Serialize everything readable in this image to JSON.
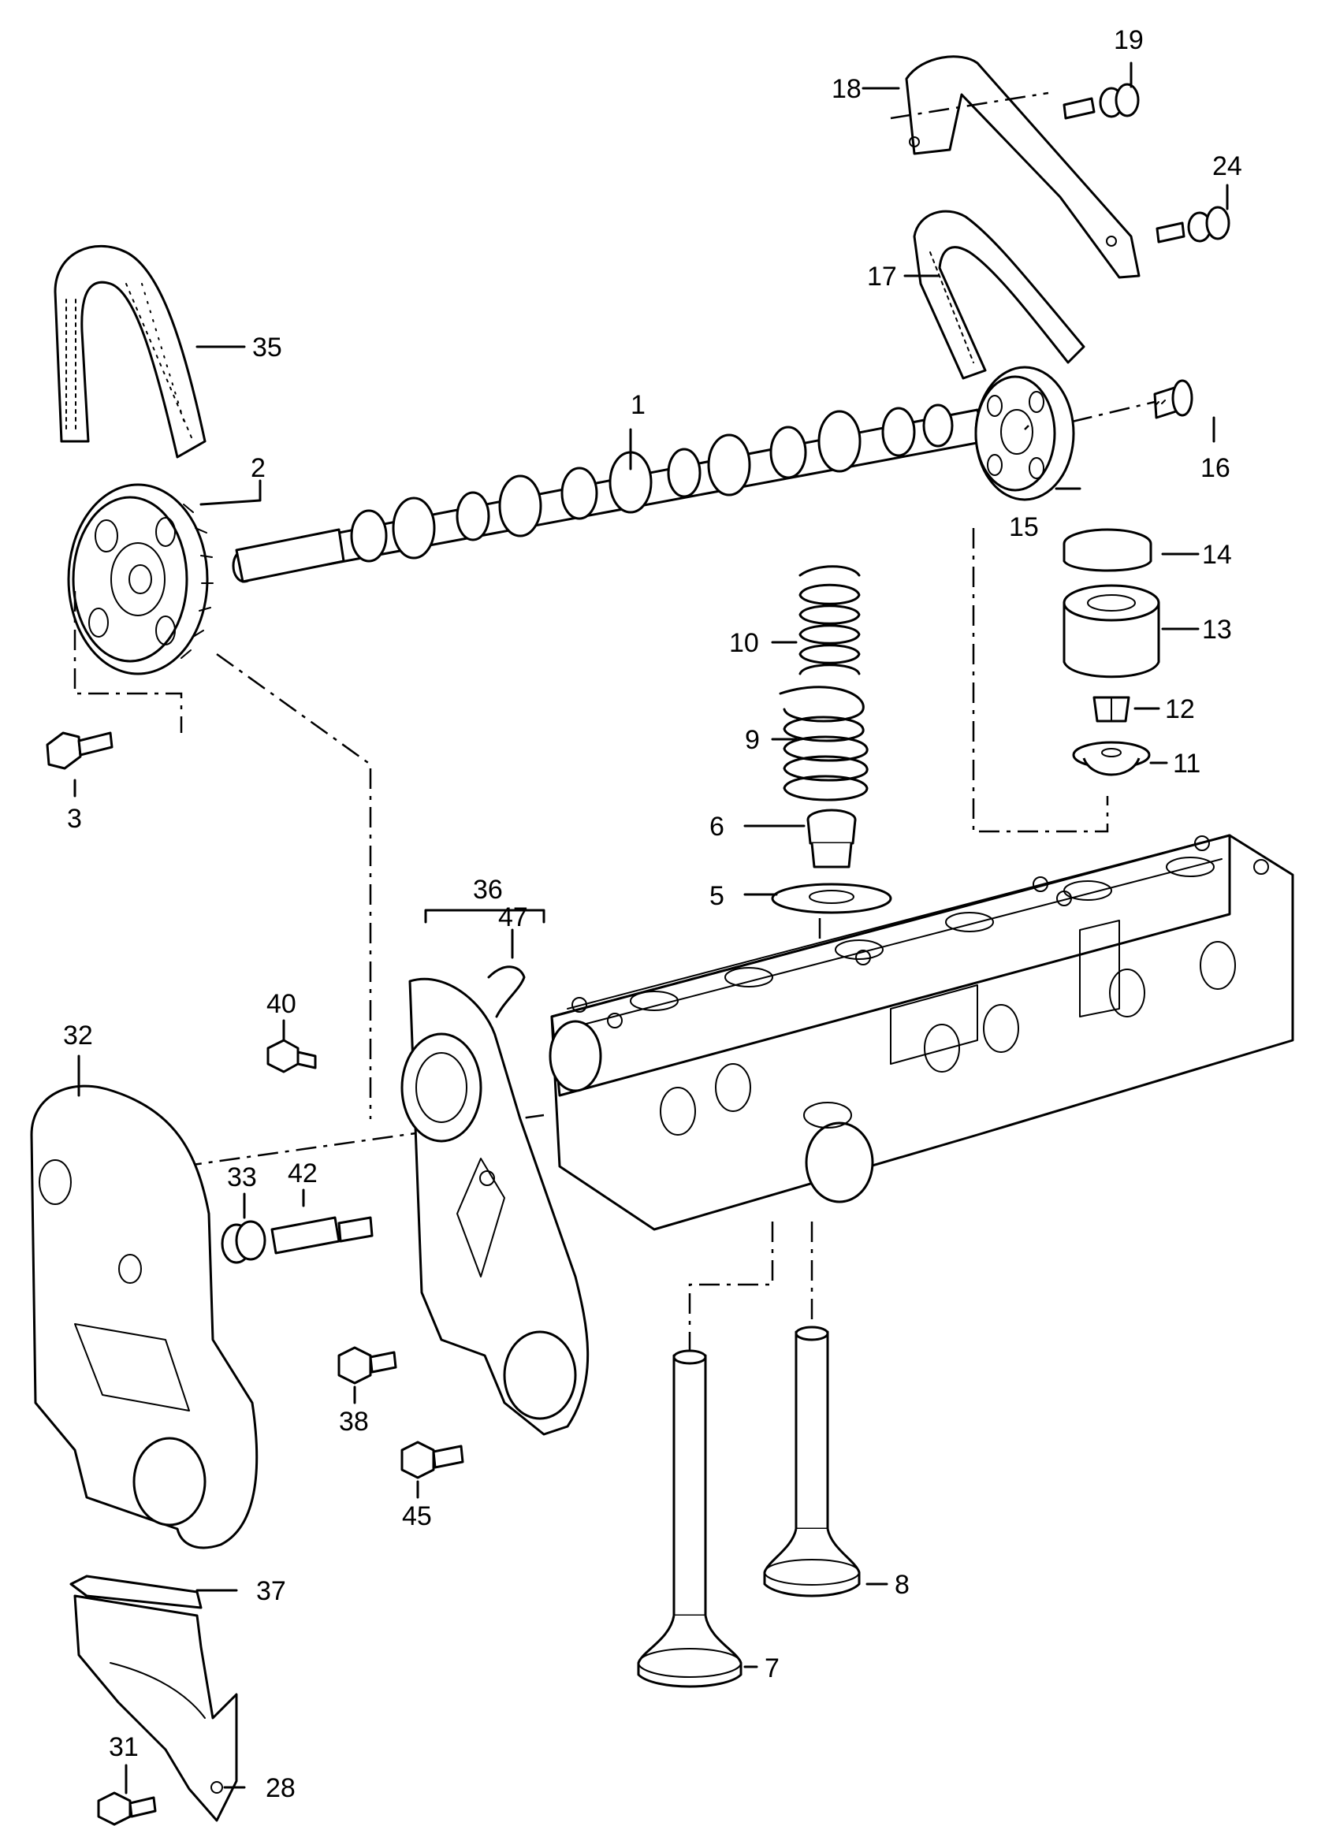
{
  "callouts": [
    {
      "id": "c1",
      "text": "1"
    },
    {
      "id": "c2",
      "text": "2"
    },
    {
      "id": "c3",
      "text": "3"
    },
    {
      "id": "c5",
      "text": "5"
    },
    {
      "id": "c6",
      "text": "6"
    },
    {
      "id": "c7",
      "text": "7"
    },
    {
      "id": "c8",
      "text": "8"
    },
    {
      "id": "c9",
      "text": "9"
    },
    {
      "id": "c10",
      "text": "10"
    },
    {
      "id": "c11",
      "text": "11"
    },
    {
      "id": "c12",
      "text": "12"
    },
    {
      "id": "c13",
      "text": "13"
    },
    {
      "id": "c14",
      "text": "14"
    },
    {
      "id": "c15",
      "text": "15"
    },
    {
      "id": "c16",
      "text": "16"
    },
    {
      "id": "c17",
      "text": "17"
    },
    {
      "id": "c18",
      "text": "18"
    },
    {
      "id": "c19",
      "text": "19"
    },
    {
      "id": "c24",
      "text": "24"
    },
    {
      "id": "c28",
      "text": "28"
    },
    {
      "id": "c31",
      "text": "31"
    },
    {
      "id": "c32",
      "text": "32"
    },
    {
      "id": "c33",
      "text": "33"
    },
    {
      "id": "c35",
      "text": "35"
    },
    {
      "id": "c36",
      "text": "36"
    },
    {
      "id": "c37",
      "text": "37"
    },
    {
      "id": "c38",
      "text": "38"
    },
    {
      "id": "c40",
      "text": "40"
    },
    {
      "id": "c42",
      "text": "42"
    },
    {
      "id": "c45",
      "text": "45"
    },
    {
      "id": "c47",
      "text": "47"
    }
  ]
}
